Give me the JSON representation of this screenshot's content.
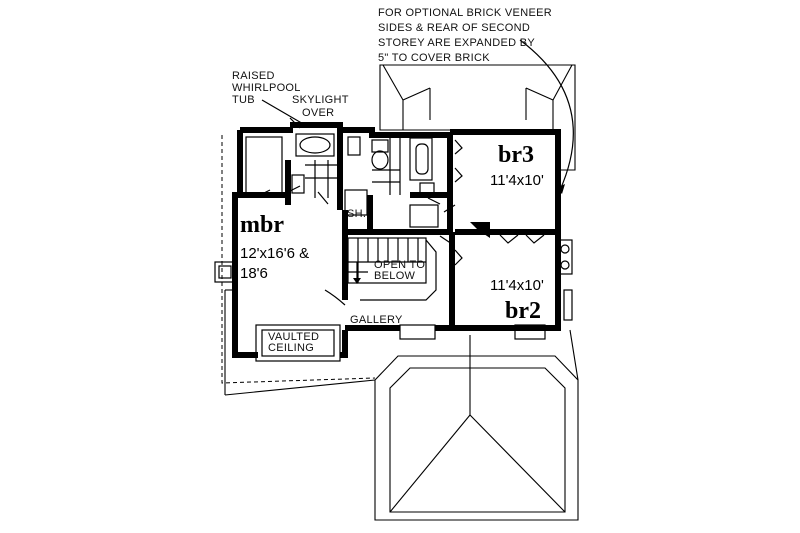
{
  "notes": {
    "brick_veneer": [
      "FOR OPTIONAL  BRICK VENEER",
      "SIDES & REAR OF SECOND",
      "STOREY ARE EXPANDED BY",
      "5\"  TO COVER BRICK"
    ],
    "whirlpool": [
      "RAISED",
      "WHIRLPOOL",
      "TUB"
    ],
    "skylight": [
      "SKYLIGHT",
      "OVER"
    ],
    "shower": "SH.",
    "open_below": [
      "OPEN TO",
      "BELOW"
    ],
    "gallery": "GALLERY",
    "vaulted": [
      "VAULTED",
      "CEILING"
    ]
  },
  "rooms": {
    "mbr": {
      "name": "mbr",
      "dim_line1": "12'x16'6 &",
      "dim_line2": "18'6"
    },
    "br3": {
      "name": "br3",
      "dim": "11'4x10'"
    },
    "br2": {
      "name": "br2",
      "dim": "11'4x10'"
    }
  }
}
